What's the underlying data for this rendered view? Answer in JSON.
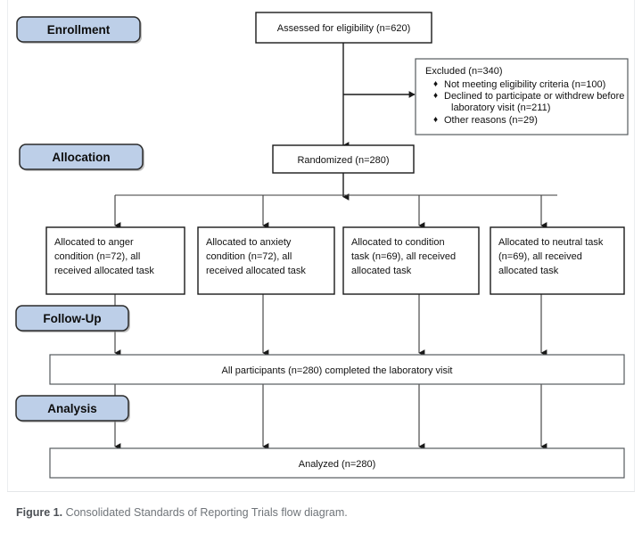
{
  "figure": {
    "caption_label": "Figure 1.",
    "caption_text": "Consolidated Standards of Reporting Trials flow diagram.",
    "bullet_glyph": "♦",
    "colors": {
      "pill_fill": "#bdcfe8",
      "pill_border": "#2b2b2b",
      "box_border": "#1a1a1a",
      "connector": "#1a1a1a",
      "caption_text": "#6f7479",
      "background": "#ffffff"
    }
  },
  "stage_labels": [
    {
      "id": "enrollment",
      "label": "Enrollment"
    },
    {
      "id": "allocation",
      "label": "Allocation"
    },
    {
      "id": "followup",
      "label": "Follow-Up"
    },
    {
      "id": "analysis",
      "label": "Analysis"
    }
  ],
  "nodes": {
    "assessed": {
      "label": "Assessed for eligibility (n=620)"
    },
    "excluded": {
      "title": "Excluded (n=340)",
      "reasons": [
        {
          "lines": [
            "Not meeting eligibility criteria (n=100)"
          ]
        },
        {
          "lines": [
            "Declined to participate or withdrew before",
            "laboratory visit (n=211)"
          ]
        },
        {
          "lines": [
            "Other reasons (n=29)"
          ]
        }
      ]
    },
    "randomized": {
      "label": "Randomized (n=280)"
    },
    "allocation_groups": [
      {
        "id": "anger",
        "lines": [
          "Allocated to anger",
          "condition (n=72), all",
          "received allocated task"
        ]
      },
      {
        "id": "anxiety",
        "lines": [
          "Allocated to anxiety",
          "condition (n=72), all",
          "received allocated task"
        ]
      },
      {
        "id": "condition",
        "lines": [
          "Allocated to condition",
          "task (n=69), all received",
          "allocated task"
        ]
      },
      {
        "id": "neutral",
        "lines": [
          "Allocated to neutral task",
          "(n=69), all received",
          "allocated task"
        ]
      }
    ],
    "followup": {
      "label": "All participants (n=280) completed the laboratory visit"
    },
    "analysis": {
      "label": "Analyzed (n=280)"
    }
  }
}
